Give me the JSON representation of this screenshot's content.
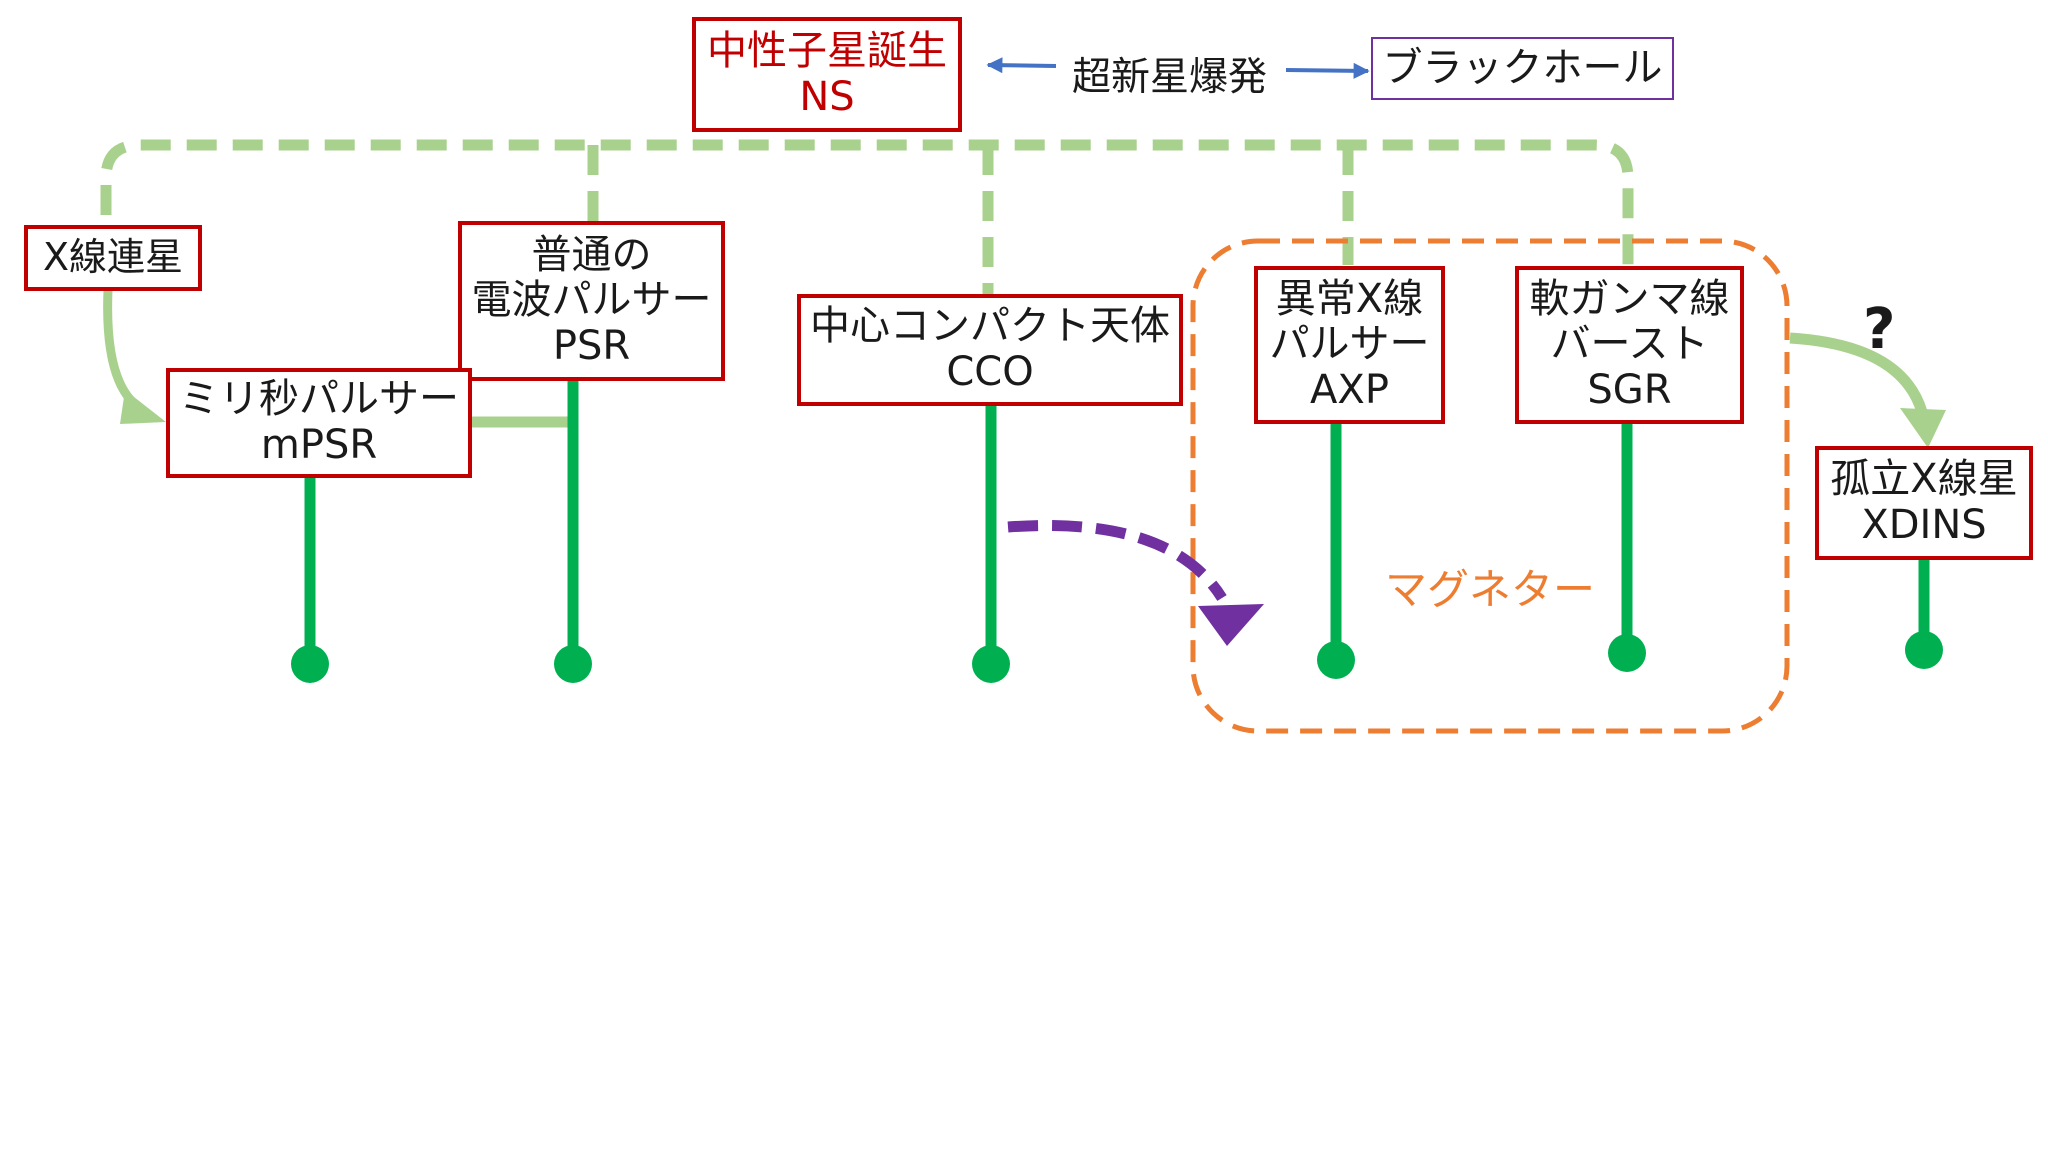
{
  "nodes": {
    "ns": {
      "line1": "中性子星誕生",
      "line2": "NS"
    },
    "blackhole": {
      "label": "ブラックホール"
    },
    "supernova": {
      "label": "超新星爆発"
    },
    "xray_binary": {
      "label": "X線連星"
    },
    "psr": {
      "line1": "普通の",
      "line2": "電波パルサー",
      "line3": "PSR"
    },
    "mpsr": {
      "line1": "ミリ秒パルサー",
      "line2": "mPSR"
    },
    "cco": {
      "line1": "中心コンパクト天体",
      "line2": "CCO"
    },
    "axp": {
      "line1": "異常X線",
      "line2": "パルサー",
      "line3": "AXP"
    },
    "sgr": {
      "line1": "軟ガンマ線",
      "line2": "バースト",
      "line3": "SGR"
    },
    "xdins": {
      "line1": "孤立X線星",
      "line2": "XDINS"
    }
  },
  "magnetar_group": {
    "label": "マグネター"
  },
  "question_mark": "?",
  "colors": {
    "box_border": "#c00000",
    "ns_text": "#c00000",
    "blackhole_border": "#7030a0",
    "arrow_blue": "#4472c4",
    "dash_light_green": "#a9d18e",
    "stem_green": "#00b050",
    "magnetar_orange": "#ed7d31",
    "cco_arrow_purple": "#7030a0"
  }
}
